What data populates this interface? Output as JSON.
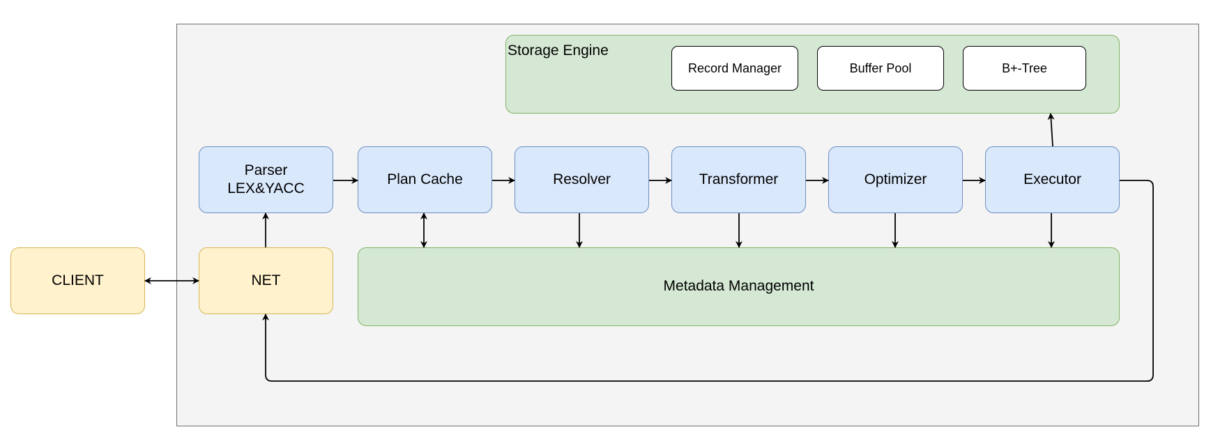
{
  "diagram": {
    "client": "CLIENT",
    "net": "NET",
    "parser": {
      "line1": "Parser",
      "line2": "LEX&YACC"
    },
    "plan_cache": "Plan Cache",
    "resolver": "Resolver",
    "transformer": "Transformer",
    "optimizer": "Optimizer",
    "executor": "Executor",
    "metadata": "Metadata Management",
    "storage_engine": {
      "title": "Storage Engine",
      "components": [
        "Record Manager",
        "Buffer Pool",
        "B+-Tree"
      ]
    }
  },
  "colors": {
    "blue_fill": "#dae8fc",
    "blue_stroke": "#6c8ebf",
    "yellow_fill": "#fff2cc",
    "yellow_stroke": "#d6b656",
    "green_fill": "#d5e8d4",
    "green_stroke": "#82b366",
    "container_fill": "#f4f4f4"
  }
}
